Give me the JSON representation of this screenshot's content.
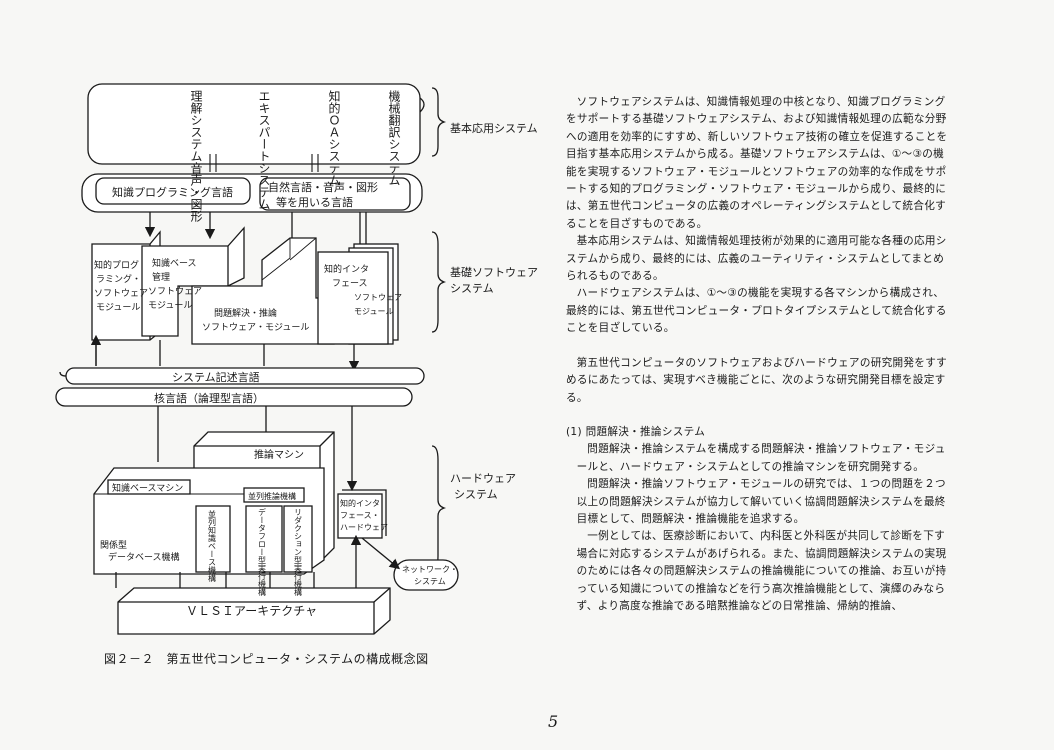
{
  "figure": {
    "apps": [
      "理解システム音声・図形",
      "エキスパートシステム",
      "知的ＯＡシステム",
      "機械翻訳システム"
    ],
    "label_basic_app": "基本応用システム",
    "bar_lang_1": "知識プログラミング言語",
    "bar_lang_2a": "自然言語・音声・図形",
    "bar_lang_2b": "等を用いる言語",
    "label_basic_soft_1": "基礎ソフトウェア",
    "label_basic_soft_2": "システム",
    "mod1": [
      "知的プログ",
      "ラミング・",
      "ソフトウェア",
      "モジュール"
    ],
    "mod2": [
      "知識ベース",
      "管理",
      "ソフトウェア",
      "モジュール"
    ],
    "mod3": [
      "問題解決・推論",
      "ソフトウェア・モジュール"
    ],
    "mod4": [
      "知的インタ",
      "フェース",
      "ソフトウェア",
      "モジュール"
    ],
    "sys_lang": "システム記述言語",
    "core_lang": "核言語（論理型言語）",
    "label_hw_1": "ハードウェア",
    "label_hw_2": "システム",
    "inference_machine": "推論マシン",
    "kb_machine": "知識ベースマシン",
    "parallel_mech": "並列推論機構",
    "relational_db": [
      "関係型",
      "データベース機構"
    ],
    "kb_parallel": "並列知識ベース機構",
    "dataflow": "データフロー型実行機構",
    "reduction": "リダクション型実行機構",
    "intf_hw": [
      "知的インタ",
      "フェース・",
      "ハードウェア"
    ],
    "network": [
      "ネットワーク・",
      "システム"
    ],
    "vlsi": "ＶＬＳＩアーキテクチャ"
  },
  "caption": "図２－２　第五世代コンピュータ・システムの構成概念図",
  "paragraphs": {
    "p1": "ソフトウェアシステムは、知識情報処理の中核となり、知識プログラミングをサポートする基礎ソフトウェアシステム、および知識情報処理の広範な分野への適用を効率的にすすめ、新しいソフトウェア技術の確立を促進することを目指す基本応用システムから成る。基礎ソフトウェアシステムは、①～③の機能を実現するソフトウェア・モジュールとソフトウェアの効率的な作成をサポートする知的プログラミング・ソフトウェア・モジュールから成り、最終的には、第五世代コンピュータの広義のオペレーティングシステムとして統合化することを目ざすものである。",
    "p2": "基本応用システムは、知識情報処理技術が効果的に適用可能な各種の応用システムから成り、最終的には、広義のユーティリティ・システムとしてまとめられるものである。",
    "p3": "ハードウェアシステムは、①～③の機能を実現する各マシンから構成され、最終的には、第五世代コンピュータ・プロトタイプシステムとして統合化することを目ざしている。",
    "p4": "第五世代コンピュータのソフトウェアおよびハードウェアの研究開発をすすめるにあたっては、実現すべき機能ごとに、次のような研究開発目標を設定する。",
    "h1": "(1) 問題解決・推論システム",
    "s1": "問題解決・推論システムを構成する問題解決・推論ソフトウェア・モジュールと、ハードウェア・システムとしての推論マシンを研究開発する。",
    "s2": "問題解決・推論ソフトウェア・モジュールの研究では、１つの問題を２つ以上の問題解決システムが協力して解いていく協調問題解決システムを最終目標として、問題解決・推論機能を追求する。",
    "s3": "一例としては、医療診断において、内科医と外科医が共同して診断を下す場合に対応するシステムがあげられる。また、協調問題解決システムの実現のためには各々の問題解決システムの推論機能についての推論、お互いが持っている知識についての推論などを行う高次推論機能として、演繹のみならず、より高度な推論である暗黙推論などの日常推論、帰納的推論、"
  },
  "page_number": "5"
}
